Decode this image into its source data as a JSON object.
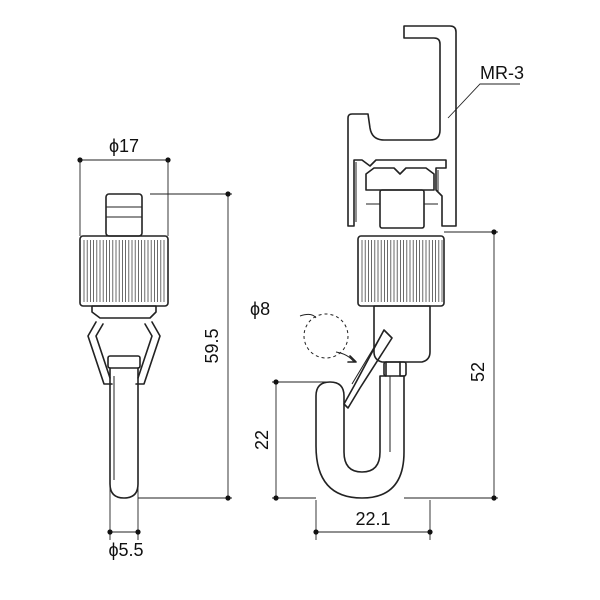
{
  "drawing": {
    "labels": {
      "left_diameter_top": "ϕ17",
      "left_height": "59.5",
      "left_diameter_bottom": "ϕ5.5",
      "rail_name": "MR-3",
      "hook_wire_diameter": "ϕ8",
      "right_height": "52",
      "hook_depth": "22",
      "hook_width": "22.1"
    },
    "colors": {
      "line": "#222222",
      "background": "#ffffff"
    }
  }
}
